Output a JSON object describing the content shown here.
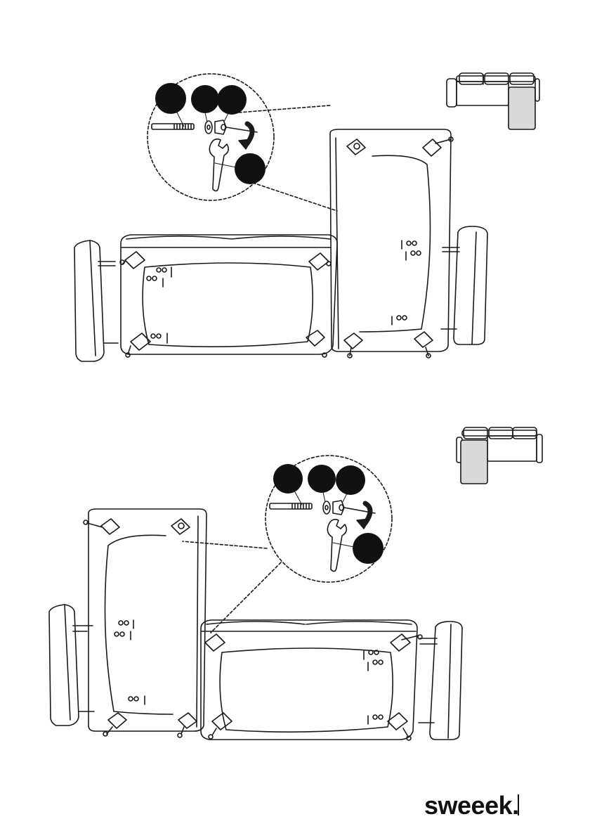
{
  "document": {
    "brand": "sweeek.",
    "steps": [
      {
        "name": "step-top",
        "callout_labels": [
          "",
          "",
          "",
          ""
        ],
        "highlighted_module": "chaise-right"
      },
      {
        "name": "step-bottom",
        "callout_labels": [
          "",
          "",
          "",
          ""
        ],
        "highlighted_module": "chaise-left"
      }
    ],
    "colors": {
      "line": "#1a1a1a",
      "callout_fill": "#111111",
      "highlight_fill": "#d9d9d9",
      "background": "#ffffff"
    }
  }
}
